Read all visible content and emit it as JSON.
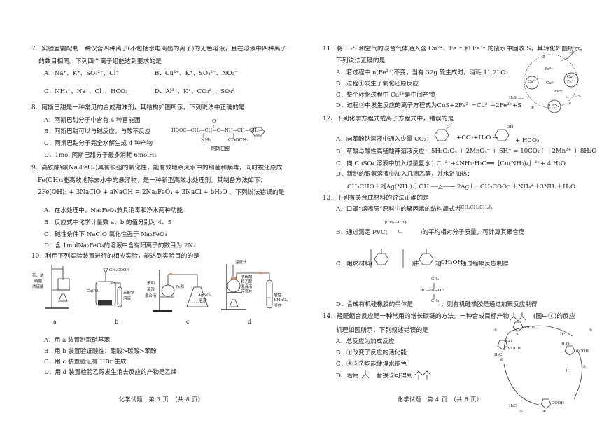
{
  "left_page": {
    "q7": {
      "stem_line1": "7．实验室需配制一种仅含四种离子(不包括水电离出的离子)的无色溶液，且在溶液中四种离子",
      "stem_line2": "的数目相同。下列四个离子组能达到要求的是",
      "A": "A．Na⁺、K⁺、SO₄²⁻、Cl⁻",
      "B": "B．Cu²⁺、K⁺、SO₄²⁻、NO₃⁻",
      "C": "C．NH₄⁺、Na⁺、Cl⁻、HCO₃⁻",
      "D": "D．Al³⁺、K⁺、CO₃²⁻、SO₄²⁻"
    },
    "q8": {
      "stem": "8．阿斯巴甜是一种常见的合成甜味剂，其结构如图所示，下列说法中正确的是",
      "A": "A．阿斯巴甜分子中含有 4 种官能团",
      "B": "B．阿斯巴甜可以与碱反应，与酸不反应",
      "C": "C．阿斯巴甜分子完全水解生成 4 种产物",
      "D": "D．1mol 阿斯巴甜分子最多消耗 6molH₂",
      "structure_main": "HOOC—CH₂—CH—C—NH—CH—CH₂—",
      "structure_o": "O",
      "structure_nh2": "NH₂",
      "structure_cooch3": "COOCH₃",
      "structure_caption": "阿斯巴甜"
    },
    "q9": {
      "stem_line1": "9．高铁酸钠(Na₂FeO₄)具有很强的氧化性，能有效地杀灭水中的细菌和病毒，同时被还原成",
      "stem_line2": "Fe(OH)₃能高效地除去水中的悬浮物，是一种新型高效水处理剂。其制备方法如下：",
      "equation": "2Fe(OH)₃ + 3NaClO + aNaOH = 2Na₂FeO₄ + 3NaCl + bH₂O 。下列说法错误的是",
      "A": "A．在水处理中，Na₂FeO₄兼具消毒和净水两种功能",
      "B": "B．反应式中化学计量数 a、b 的值分别为 4、5",
      "C": "C．碱性条件下 NaClO 氧化性强于 Na₂FeO₄",
      "D": "D．含 1molNa₂FeO₄的溶液中含有阳离子的数目为 2Nₐ"
    },
    "q10": {
      "stem": "10．利用下列实验装置进行的相应实验，能达到实验目的的是",
      "apparatus": [
        {
          "label": "a",
          "text1": "苯、浓",
          "text2": "硝酸、",
          "text3": "浓硫酸"
        },
        {
          "label": "b",
          "top": "CH₃COOH",
          "left": "CaCO₃",
          "right1": "苯酚钠",
          "right2": "溶液"
        },
        {
          "label": "c",
          "left1": "苯和",
          "left2": "液溴",
          "left3": "混合液",
          "mid": "Fe粉",
          "right1": "AgNO₃",
          "right2": "溶液"
        },
        {
          "label": "d",
          "top": "温度计",
          "r1": "浓硫酸",
          "r2": "和乙醇",
          "r3": "混合液",
          "r4": "碎瓷片",
          "tube1": "酸性",
          "tube2": "KMnO₄",
          "tube3": "溶液"
        }
      ],
      "A": "A．用 a 装置制取硝基苯",
      "B": "B．用 b 装置验证酸性：醋酸>碳酸>苯酚",
      "C": "C．用 c 装置验证有 HBr 生成",
      "D": "D．用 d 装置检验乙醇发生消去反应的产物是乙烯"
    },
    "footer": "化学试题　第 3 页　（共 8 页）"
  },
  "right_page": {
    "q11": {
      "stem_line1": "11．将 H₂S 和空气的混合气体通入含 Cu²⁺、Fe²⁺ 和 Fe³⁺ 的废水中回收 S，其转化如图所示。",
      "stem_line2": "下列说法正确的是",
      "A": "A．若过程中 n(Fe³⁺)不变，当有 32g 硫生成时，消耗 11.2LO₂",
      "B": "B．过程①发生了氧化还原反应",
      "C": "C．整个转化过程中 Cu²⁺是中间产物",
      "D": "D．过程②中发生反应的离子方程式为CuS+2Fe³⁺=Cu²⁺+2Fe²⁺+S",
      "diagram": {
        "o2": "O₂",
        "fe3_top": "Fe³⁺",
        "cu2_left": "Cu²⁺",
        "cu2_center": "Cu²⁺",
        "cu_fe_right1": "Cu²⁺",
        "cu_fe_right2": "Fe²⁺",
        "fe3_mid": "Fe³⁺",
        "h2s": "H₂S",
        "cus": "CuS",
        "s": "S",
        "step1": "①",
        "step2": "②",
        "step3": "③"
      }
    },
    "q12": {
      "stem": "12、下列化学方程式或离子方程式中，错误的是",
      "A_label": "A．向苯酚钠溶液中通入少量 CO₂：",
      "A_mid": "+CO₂+H₂O →",
      "A_end": "+ HCO₃⁻",
      "A_o": "O⁻",
      "A_oh": "OH",
      "B": "B．草酸与酸性高锰酸钾溶液反应：",
      "B_eq": "5H₂C₂O₄ + 2MnO₄⁻ + 6H⁺ = 10CO₂↑ +2Mn²⁺ + 8H₂O",
      "C": "C．向 CuSO₄ 溶液中加入过量氨水：Cu²⁺+4NH₃·H₂O══［Cu(NH₃)₄］²⁺+ 4 H₂O",
      "D": "D．新制的银氨溶液中加入几滴乙醛，并水浴加热：",
      "D_eq": "CH₃CHO＋2[Ag(NH₃)₂] OH ──△──→ 2Ag↓＋CH₃COO⁻ ＋NH₄⁺＋3NH₃＋H₂O"
    },
    "q13": {
      "stem": "13．下列有关合成材料的说法正确的是",
      "A": "A．口罩“熔喷层”原料中的聚丙烯的结构简式为",
      "A_formula": "[CH₂CH₂CH₂]ₙ",
      "B_pre": "B．通过测定 PVC(",
      "B_post": ")的平均相对分子质量，可计算其聚合度",
      "B_formula_top": "[CH₂—CH]ₙ",
      "B_formula_cl": "Cl",
      "C_pre": "C．阻燃材料(",
      "C_mid": ")由",
      "C_and": "和",
      "C_ch3oh": "CH₃OH",
      "C_post": "通过缩聚反应制得",
      "D_pre": "D．合成有机硅橡胶的单体是",
      "D_post": "，则有机硅橡胶是通过加聚反应制得",
      "D_si": "HO—Si—OH",
      "D_ch3": "CH₃"
    },
    "q14": {
      "stem_line1_pre": "14、羟醛缩合反应是一种常用的增长碳链的方法。一种合成目标产物",
      "stem_line1_post": "(图中⑦)的反应",
      "stem_line2": "机理如图所示，下列叙述错误的是",
      "A": "A．总反应为加成反应",
      "B": "B．①改变了反应的活化能",
      "C": "C．④⑤⑦均能使溴水褪色",
      "D_pre": "D．若用",
      "D_post": "替换⑤可得到",
      "diagram": {
        "n1": "①",
        "n2": "②",
        "n3": "③",
        "n4": "④",
        "n5": "⑤",
        "n6": "⑥",
        "n7": "⑦",
        "cooh": "COOH",
        "h_plus": "H⁺",
        "h2o": "H₂O",
        "oh": "OH",
        "o": "O",
        "h3c": "H₃C",
        "h": "H",
        "n": "N"
      }
    },
    "footer": "化学试题　第 4 页　（共 8 页）"
  }
}
